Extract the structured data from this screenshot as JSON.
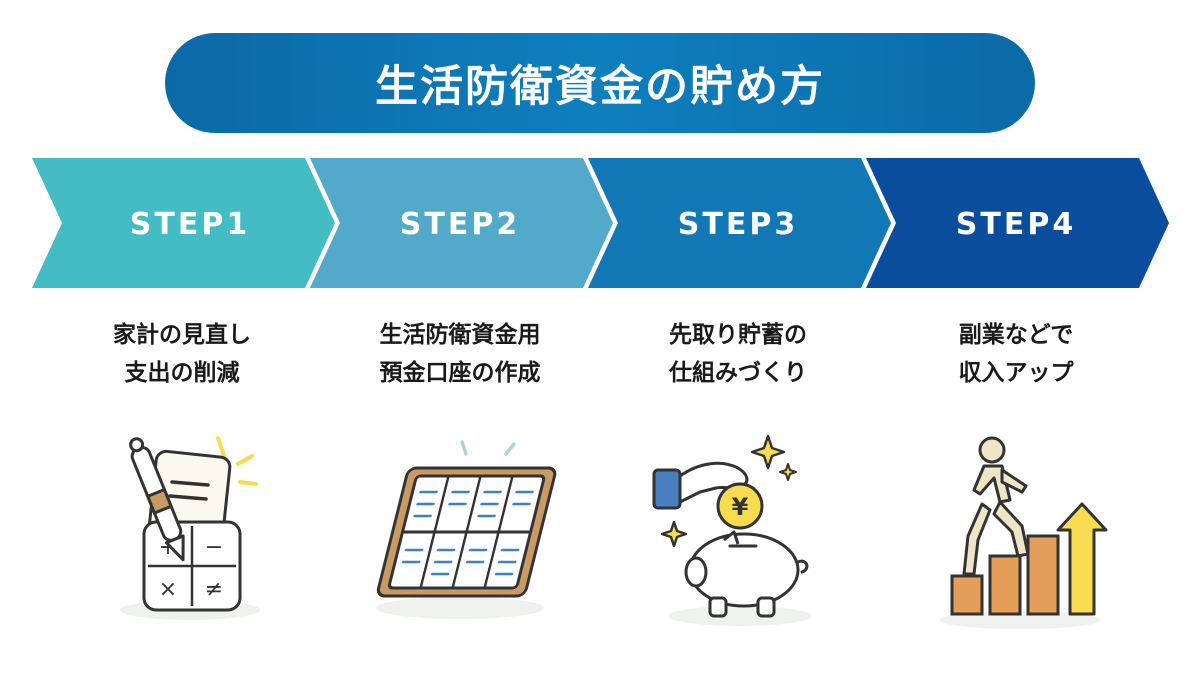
{
  "title": "生活防衛資金の貯め方",
  "steps": [
    {
      "label": "STEP1",
      "color": "#43bcc3",
      "lines": [
        "家計の見直し",
        "支出の削減"
      ],
      "icon": "calculator-notepad-icon"
    },
    {
      "label": "STEP2",
      "color": "#52a9c9",
      "lines": [
        "生活防衛資金用",
        "預金口座の作成"
      ],
      "icon": "bankbook-icon"
    },
    {
      "label": "STEP3",
      "color": "#1177b5",
      "lines": [
        "先取り貯蓄の",
        "仕組みづくり"
      ],
      "icon": "piggy-bank-icon"
    },
    {
      "label": "STEP4",
      "color": "#0a4d9c",
      "lines": [
        "副業などで",
        "収入アップ"
      ],
      "icon": "stairs-growth-icon"
    }
  ],
  "icons": {
    "coin_symbol": "¥"
  }
}
